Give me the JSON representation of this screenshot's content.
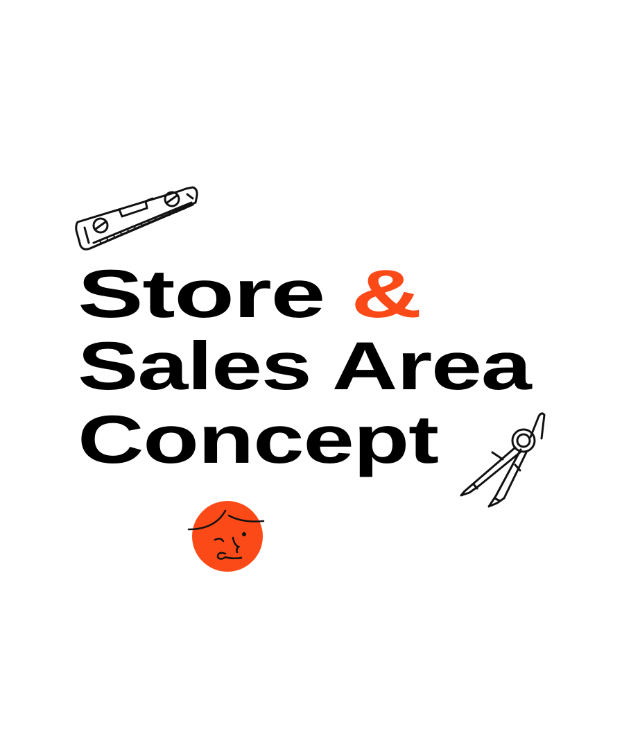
{
  "title": {
    "line1": "Store",
    "ampersand": "&",
    "line2": "Sales Area",
    "line3": "Concept"
  },
  "colors": {
    "accent": "#fb4a18",
    "text": "#000000",
    "background": "#ffffff"
  },
  "icons": [
    "spirit-level-icon",
    "compass-icon",
    "winking-face-icon"
  ]
}
